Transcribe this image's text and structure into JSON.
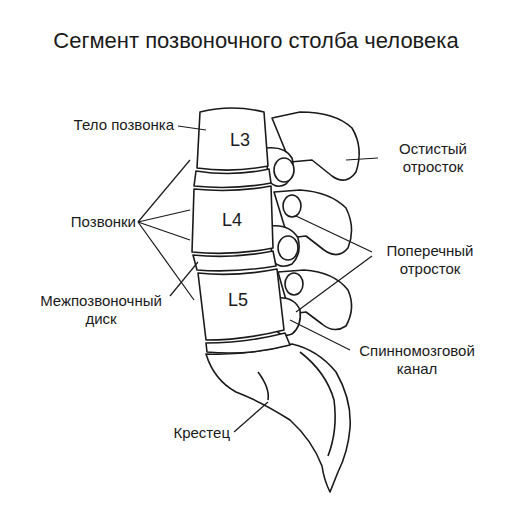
{
  "diagram": {
    "title": "Сегмент позвоночного столба человека",
    "labels": [
      "Тело позвонка",
      "L3",
      "Остистый отросток",
      "Позвонки",
      "L4",
      "Поперечный отросток",
      "Межпозвоночный диск",
      "L5",
      "Спинномозговой канал",
      "Крестец"
    ]
  }
}
